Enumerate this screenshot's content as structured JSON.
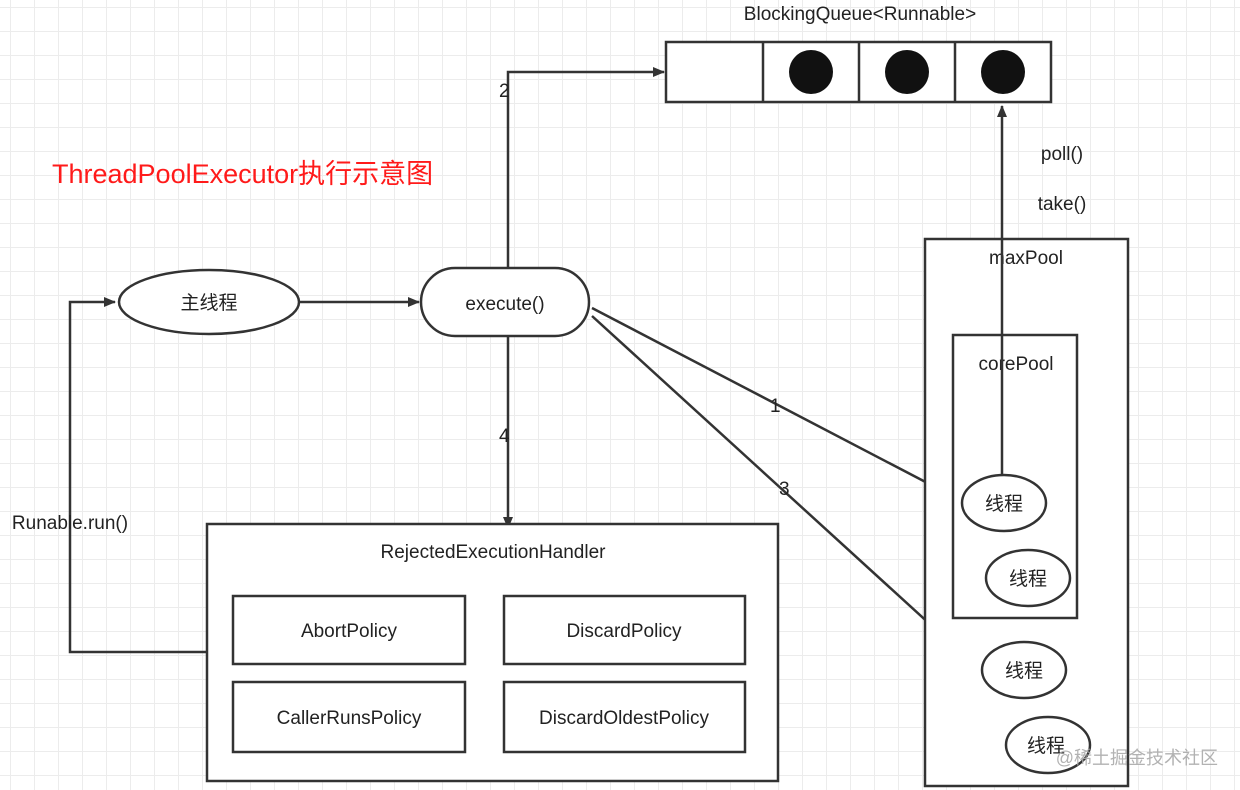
{
  "title": "ThreadPoolExecutor执行示意图",
  "title_color": "#ff1a1a",
  "queue": {
    "label": "BlockingQueue<Runnable>",
    "slots": 4,
    "filled": 3
  },
  "main_thread": "主线程",
  "execute": "execute()",
  "handler": {
    "label": "RejectedExecutionHandler",
    "policies": [
      "AbortPolicy",
      "DiscardPolicy",
      "CallerRunsPolicy",
      "DiscardOldestPolicy"
    ]
  },
  "runable_run": "Runable.run()",
  "max_pool": "maxPool",
  "core_pool": "corePool",
  "thread": "线程",
  "poll": "poll()",
  "take": "take()",
  "edge_labels": {
    "one": "1",
    "two": "2",
    "three": "3",
    "four": "4"
  },
  "watermark": "@稀土掘金技术社区"
}
